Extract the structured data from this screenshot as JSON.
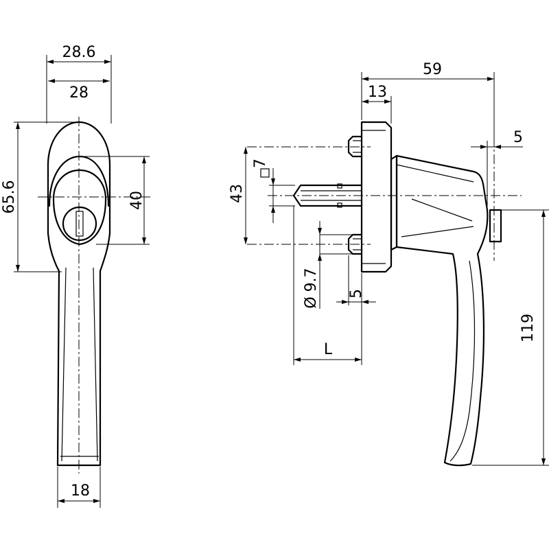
{
  "front_view": {
    "dims": {
      "width_outer": "28.6",
      "width_inner": "28",
      "height_rosette": "65.6",
      "height_boss": "40",
      "width_tip": "18"
    }
  },
  "side_view": {
    "dims": {
      "length_total": "59",
      "depth_rosette": "13",
      "offset_right": "5",
      "square_spindle": "7",
      "screw_distance": "43",
      "diameter_screw": "Ø 9.7",
      "offset_bottom": "5",
      "spindle_length": "L",
      "handle_drop": "119"
    }
  }
}
